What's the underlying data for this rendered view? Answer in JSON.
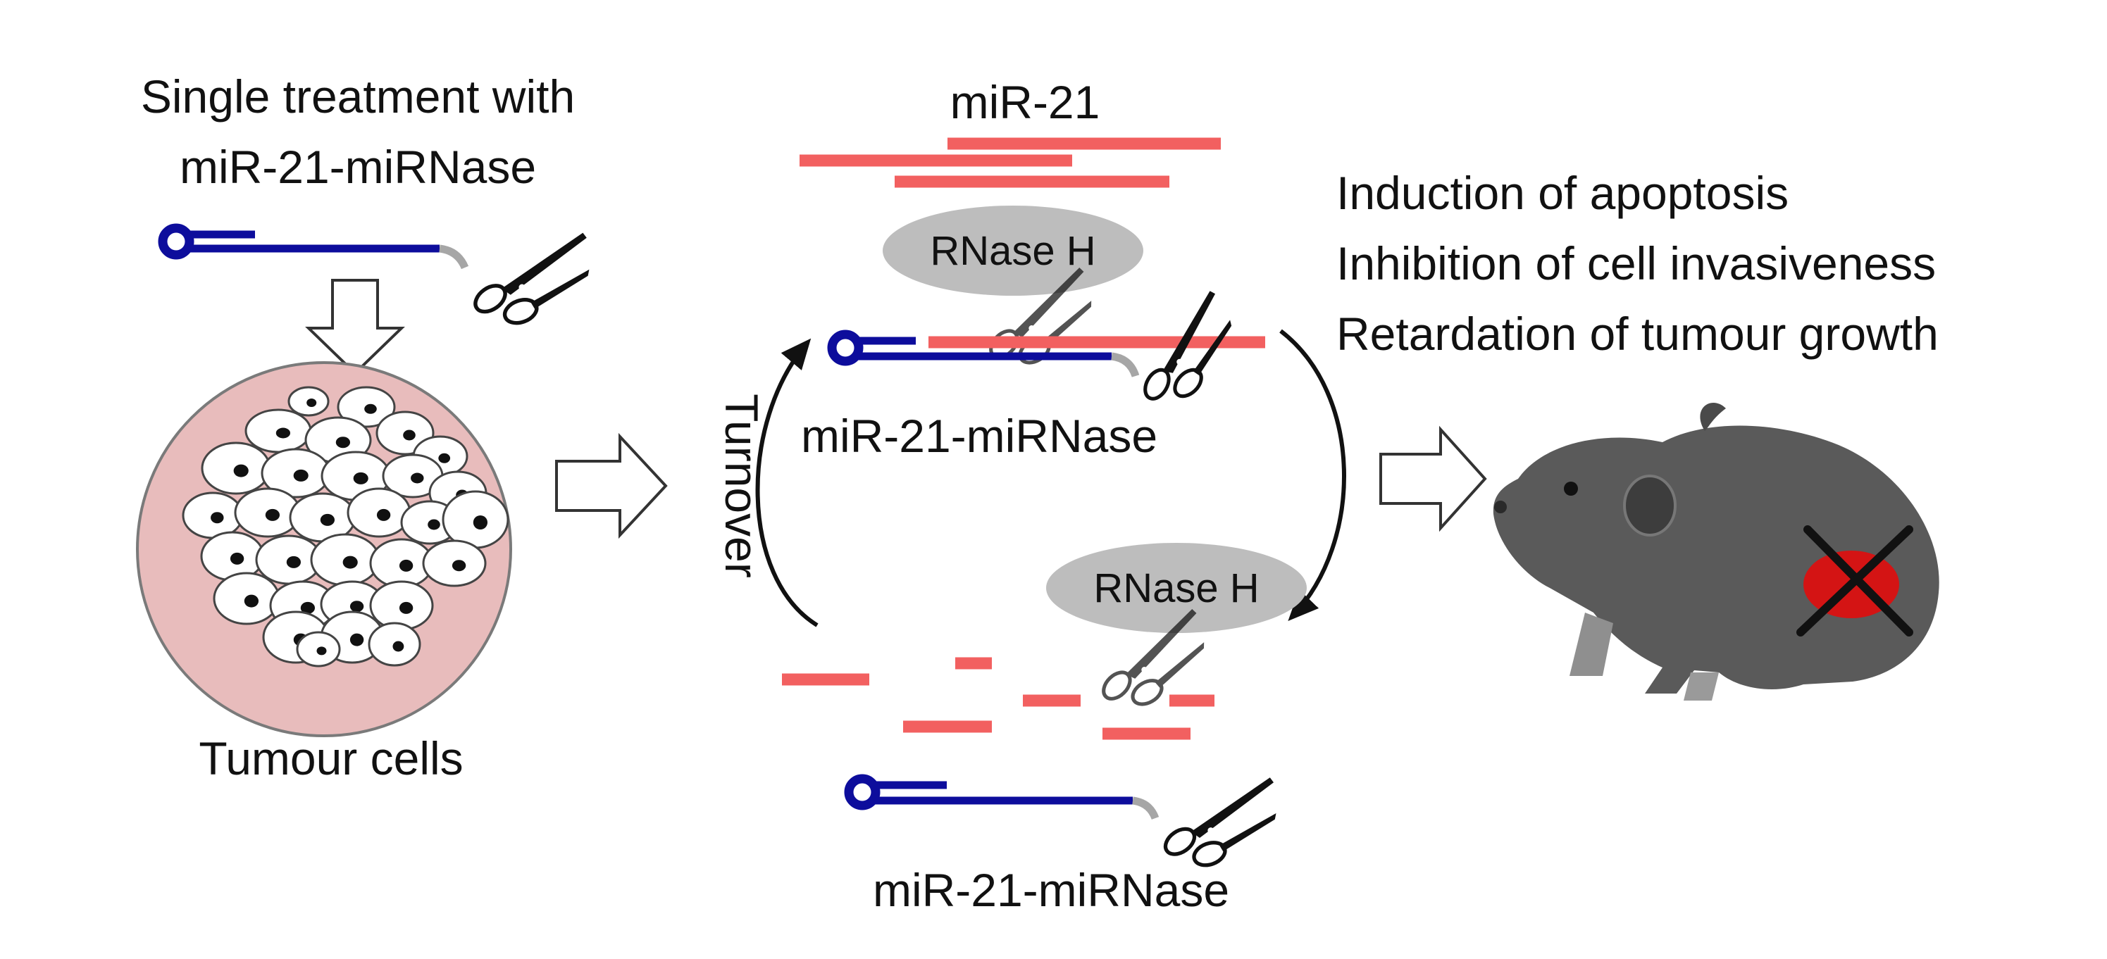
{
  "step1": {
    "title_line1": "Single treatment with",
    "title_line2": "miR-21-miRNase",
    "cells_label": "Tumour cells"
  },
  "cycle": {
    "target_label": "miR-21",
    "enzyme_top": "RNase H",
    "enzyme_bottom": "RNase H",
    "complex_label": "miR-21-miRNase",
    "free_label": "miR-21-miRNase",
    "turnover_label": "Turnover"
  },
  "outcomes": {
    "items": [
      "Induction of apoptosis",
      "Inhibition of cell invasiveness",
      "Retardation of tumour growth"
    ]
  },
  "colors": {
    "mirna_red": "#f26060",
    "conjugate_blue": "#0d0d9c",
    "linker_gray": "#a6a6a6",
    "enzyme_gray": "#bdbdbd",
    "dish_pink": "#e8bcbc",
    "tumour_red": "#d41414",
    "mouse_gray": "#555555"
  },
  "icons": {
    "cutter": "scissors-icon",
    "flow": "hollow-arrow-right-icon",
    "model": "mouse-icon",
    "blocked": "x-cross-icon"
  }
}
